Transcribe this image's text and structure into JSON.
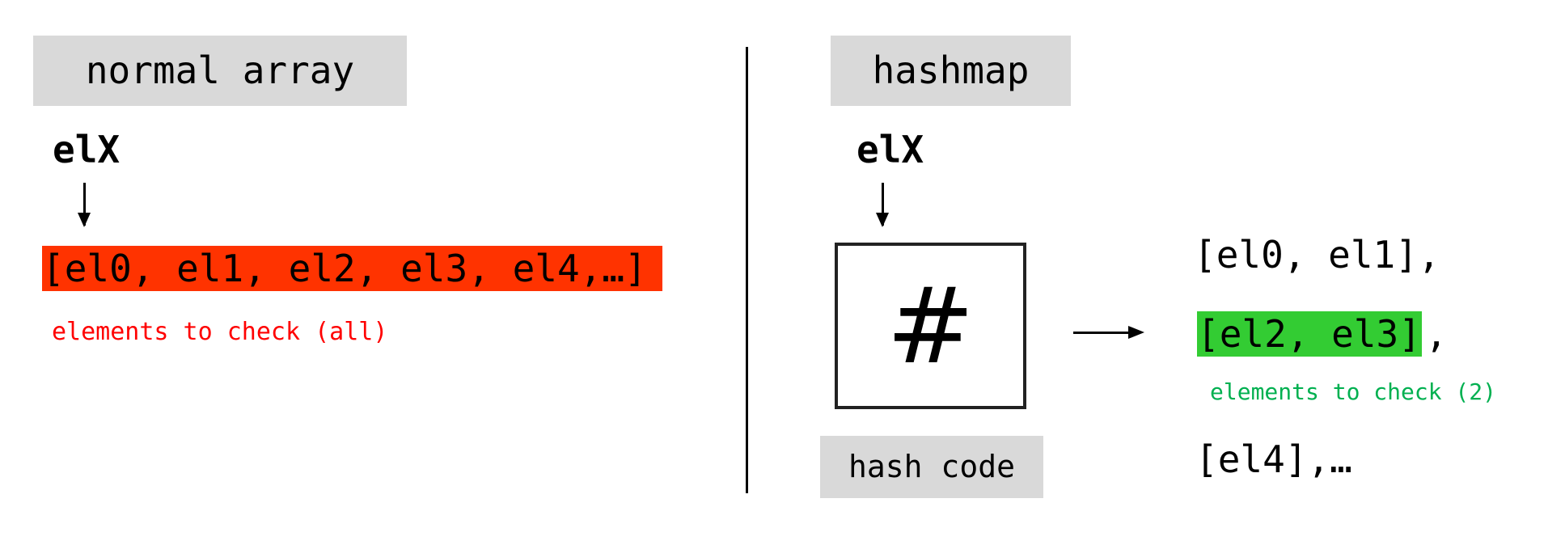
{
  "colors": {
    "label_bg": "#d9d9d9",
    "highlight_red": "#ff3300",
    "note_red": "#ff0000",
    "highlight_green": "#33cc33",
    "note_green": "#00b050"
  },
  "left": {
    "title": "normal array",
    "key": "elX",
    "array": "[el0, el1, el2, el3, el4,…]",
    "note": "elements to check (all)"
  },
  "right": {
    "title": "hashmap",
    "key": "elX",
    "hash_symbol": "#",
    "hash_label": "hash code",
    "buckets": [
      "[el0, el1],",
      "[el2, el3]",
      ",",
      "[el4],…"
    ],
    "note": "elements to check (2)"
  }
}
